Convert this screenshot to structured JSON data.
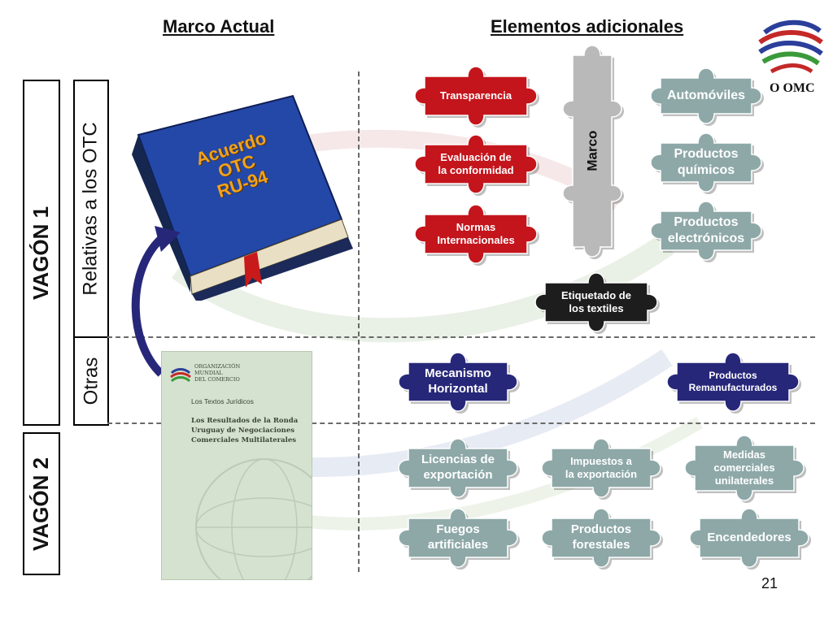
{
  "headers": {
    "current": "Marco Actual",
    "additional": "Elementos  adicionales"
  },
  "logo": {
    "text": "O  OMC"
  },
  "wagons": {
    "v1": "VAGÓN 1",
    "v2": "VAGÓN 2",
    "relativas": "Relativas  a los OTC",
    "otras": "Otras"
  },
  "book": {
    "title": "Acuerdo\nOTC\nRU-94"
  },
  "document": {
    "org": [
      "ORGANIZACIÓN",
      "MUNDIAL",
      "DEL COMERCIO"
    ],
    "title": "Los Textos Jurídicos",
    "subtitle": [
      "Los Resultados de la Ronda",
      "Uruguay de Negociaciones",
      "Comerciales Multilaterales"
    ]
  },
  "pieces": {
    "transparencia": "Transparencia",
    "evaluacion": "Evaluación de\nla conformidad",
    "normas": "Normas\nInternacionales",
    "marco": "Marco",
    "automoviles": "Automóviles",
    "quimicos": "Productos\nquímicos",
    "electronicos": "Productos\nelectrónicos",
    "etiquetado": "Etiquetado de\nlos textiles",
    "mecanismo": "Mecanismo\nHorizontal",
    "remanufacturados": "Productos\nRemanufacturados",
    "licencias": "Licencias de\nexportación",
    "impuestos": "Impuestos a\nla exportación",
    "medidas": "Medidas\ncomerciales\nunilaterales",
    "fuegos": "Fuegos\nartificiales",
    "forestales": "Productos\nforestales",
    "encendedores": "Encendedores"
  },
  "colors": {
    "red": "#c4151c",
    "gray_green": "#8ea8a8",
    "gray": "#b9b9b9",
    "black": "#1d1d1d",
    "navy": "#27277a"
  },
  "page_number": "21"
}
